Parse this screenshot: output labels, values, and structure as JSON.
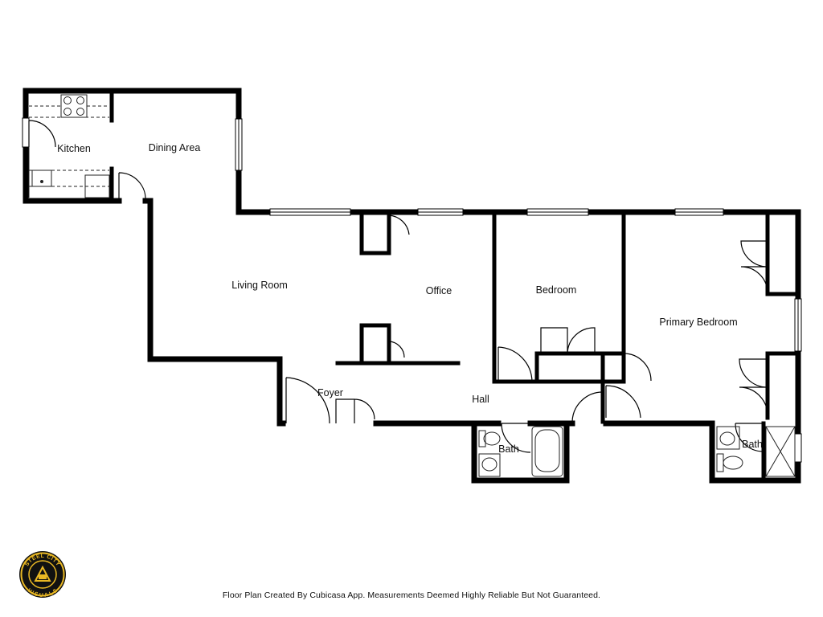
{
  "colors": {
    "wall": "#000000",
    "fixture": "#222222",
    "background": "#ffffff",
    "logo_ring": "#e9b824"
  },
  "rooms": {
    "kitchen": "Kitchen",
    "dining_area": "Dining Area",
    "living_room": "Living Room",
    "office": "Office",
    "bedroom": "Bedroom",
    "primary_bedroom": "Primary Bedroom",
    "foyer": "Foyer",
    "hall": "Hall",
    "bath_1": "Bath",
    "bath_2": "Bath"
  },
  "logo": {
    "top_text": "STEEL CITY",
    "bottom_text": "VISUALS"
  },
  "footer": {
    "note": "Floor Plan Created By Cubicasa App. Measurements Deemed Highly Reliable But Not Guaranteed."
  }
}
